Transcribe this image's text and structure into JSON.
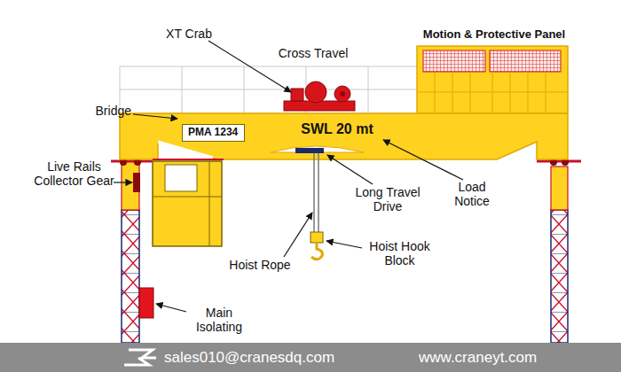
{
  "diagram": {
    "nodes": [
      {
        "text": [
          "PMA 1234"
        ]
      },
      {
        "text": [
          "sales010@cranesdq.com",
          "www.craneyt.com"
        ]
      }
    ],
    "labels": [
      "XT Crab",
      "Cross Travel",
      "Motion & Protective Panel",
      "Bridge",
      "Live Rails Collector Gear",
      "SWL 20 mt",
      "Long Travel Drive",
      "Load Notice",
      "Hoist Rope",
      "Hoist Hook Block",
      "Main Isolating"
    ]
  }
}
